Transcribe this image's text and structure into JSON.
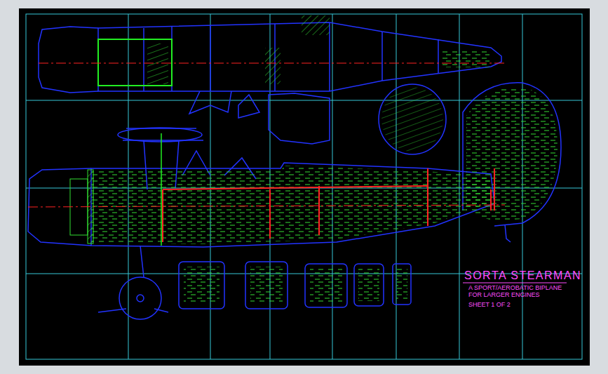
{
  "diagram": {
    "title": "SORTA STEARMAN",
    "labels": [
      "A SPORT/AEROBATIC BIPLANE",
      "FOR LARGER ENGINES",
      "SHEET 1 OF 2"
    ]
  }
}
